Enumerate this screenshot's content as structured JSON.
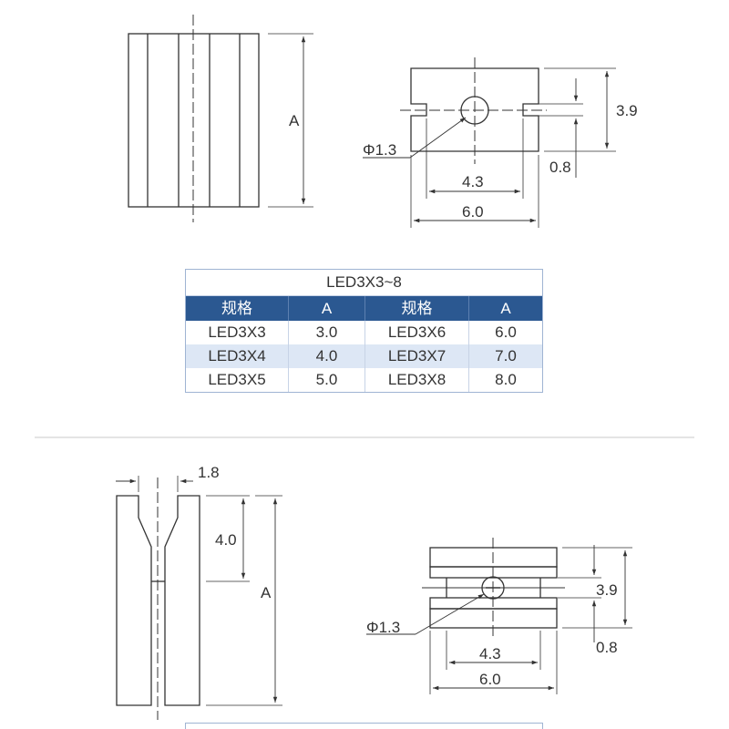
{
  "top": {
    "dims": {
      "a": "A",
      "height": "3.9",
      "slot": "0.8",
      "hole": "Φ1.3",
      "inner_width": "4.3",
      "outer_width": "6.0"
    }
  },
  "table": {
    "caption": "LED3X3~8",
    "headers": [
      "规格",
      "A",
      "规格",
      "A"
    ],
    "rows": [
      [
        "LED3X3",
        "3.0",
        "LED3X6",
        "6.0"
      ],
      [
        "LED3X4",
        "4.0",
        "LED3X7",
        "7.0"
      ],
      [
        "LED3X5",
        "5.0",
        "LED3X8",
        "8.0"
      ]
    ]
  },
  "bottom": {
    "dims": {
      "slot_width": "1.8",
      "slot_depth": "4.0",
      "a": "A",
      "height": "3.9",
      "slot": "0.8",
      "hole": "Φ1.3",
      "inner_width": "4.3",
      "outer_width": "6.0"
    }
  },
  "colors": {
    "header_bg": "#2b5891",
    "alt_row_bg": "#dde7f5",
    "border": "#9fb4d3"
  }
}
